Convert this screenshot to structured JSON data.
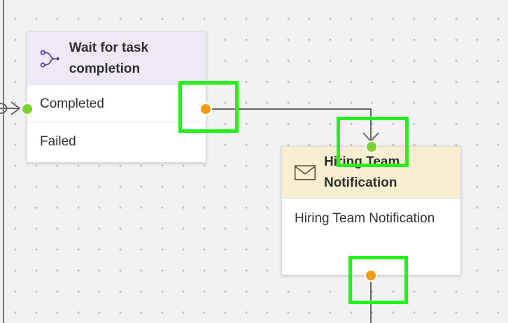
{
  "task_node": {
    "title": "Wait for task completion",
    "icon": "branch-icon",
    "accent_color": "#efe9f6",
    "outcomes": [
      {
        "label": "Completed"
      },
      {
        "label": "Failed"
      }
    ]
  },
  "notify_node": {
    "title": "Hiring Team Notification",
    "icon": "envelope-icon",
    "accent_color": "#f8efd2",
    "body": "Hiring Team Notification"
  },
  "colors": {
    "input_port": "#7bd22c",
    "output_port": "#f39a12",
    "highlight": "#23f21b",
    "connector": "#666666"
  }
}
